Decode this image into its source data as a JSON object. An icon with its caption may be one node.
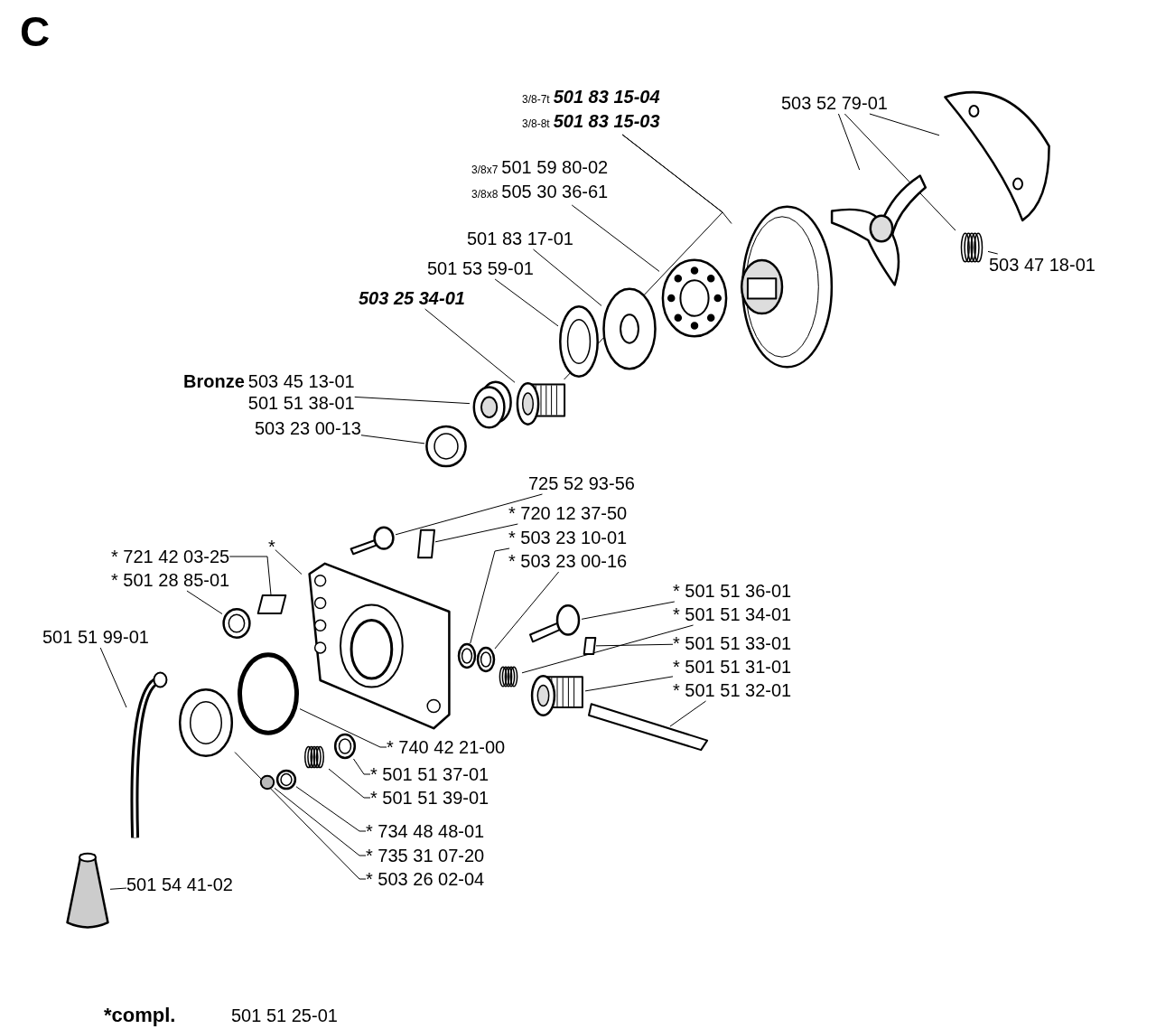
{
  "diagram": {
    "title": "C",
    "nodes": [
      {
        "text": [
          "3/8-7t",
          "501 83 15-04",
          "3/8-8t",
          "501 83 15-03"
        ]
      },
      {
        "text": [
          "3/8x7",
          "501 59 80-02",
          "3/8x8",
          "505 30 36-61"
        ]
      },
      {
        "text": [
          "501 83 17-01"
        ]
      },
      {
        "text": [
          "501 53 59-01"
        ]
      },
      {
        "text": [
          "503 25 34-01"
        ]
      },
      {
        "text": [
          "Bronze",
          "503 45 13-01",
          "501 51 38-01"
        ]
      },
      {
        "text": [
          "503 23 00-13"
        ]
      },
      {
        "text": [
          "503 52 79-01"
        ]
      },
      {
        "text": [
          "503 47 18-01"
        ]
      },
      {
        "text": [
          "725 52 93-56"
        ]
      },
      {
        "text": [
          "* 720 12 37-50"
        ]
      },
      {
        "text": [
          "* 503 23 10-01"
        ]
      },
      {
        "text": [
          "* 503 23 00-16"
        ]
      },
      {
        "text": [
          "*"
        ]
      },
      {
        "text": [
          "* 721 42 03-25"
        ]
      },
      {
        "text": [
          "* 501 28 85-01"
        ]
      },
      {
        "text": [
          "501 51 99-01"
        ]
      },
      {
        "text": [
          "* 501 51 36-01"
        ]
      },
      {
        "text": [
          "* 501 51 34-01"
        ]
      },
      {
        "text": [
          "* 501 51 33-01"
        ]
      },
      {
        "text": [
          "* 501 51 31-01"
        ]
      },
      {
        "text": [
          "* 501 51 32-01"
        ]
      },
      {
        "text": [
          "* 740 42 21-00"
        ]
      },
      {
        "text": [
          "* 501 51 37-01"
        ]
      },
      {
        "text": [
          "* 501 51 39-01"
        ]
      },
      {
        "text": [
          "* 734 48 48-01"
        ]
      },
      {
        "text": [
          "* 735 31 07-20"
        ]
      },
      {
        "text": [
          "* 503 26 02-04"
        ]
      },
      {
        "text": [
          "501 54 41-02"
        ]
      },
      {
        "text": [],
        "shape": "picture"
      },
      {
        "text": [],
        "shape": "picture"
      },
      {
        "text": [],
        "shape": "picture"
      },
      {
        "text": [],
        "shape": "picture"
      },
      {
        "text": [],
        "shape": "picture"
      },
      {
        "text": [],
        "shape": "picture"
      },
      {
        "text": [],
        "shape": "picture"
      },
      {
        "text": [],
        "shape": "picture"
      },
      {
        "text": [],
        "shape": "picture"
      },
      {
        "text": [],
        "shape": "picture"
      },
      {
        "text": [],
        "shape": "picture"
      },
      {
        "text": [],
        "shape": "bar"
      },
      {
        "text": [],
        "shape": "picture"
      },
      {
        "text": [],
        "shape": "picture"
      },
      {
        "text": [],
        "shape": "picture"
      },
      {
        "text": [],
        "shape": "bar"
      },
      {
        "text": [],
        "shape": "picture"
      },
      {
        "text": [],
        "shape": "picture"
      },
      {
        "text": [],
        "shape": "picture"
      },
      {
        "text": [],
        "shape": "picture"
      },
      {
        "text": [],
        "shape": "picture"
      },
      {
        "text": [],
        "shape": "bar"
      },
      {
        "text": [],
        "shape": "picture"
      },
      {
        "text": [],
        "shape": "bar"
      },
      {
        "text": [],
        "shape": "circle"
      },
      {
        "text": [],
        "shape": "picture"
      },
      {
        "text": [],
        "shape": "picture"
      },
      {
        "text": [],
        "shape": "picture"
      },
      {
        "text": [],
        "shape": "picture"
      },
      {
        "text": [],
        "shape": "circle"
      }
    ],
    "edges": [
      {
        "from": 0,
        "to": 29,
        "arrow": "none"
      },
      {
        "from": 0,
        "to": 33,
        "arrow": "none"
      },
      {
        "from": 1,
        "to": 30,
        "arrow": "none"
      },
      {
        "from": 2,
        "to": 31,
        "arrow": "none"
      },
      {
        "from": 3,
        "to": 32,
        "arrow": "none"
      },
      {
        "from": 4,
        "to": 33,
        "arrow": "none"
      },
      {
        "from": 5,
        "to": 34,
        "arrow": "none"
      },
      {
        "from": 6,
        "to": 35,
        "arrow": "none"
      },
      {
        "from": 7,
        "to": 36,
        "arrow": "none"
      },
      {
        "from": 7,
        "to": 37,
        "arrow": "none"
      },
      {
        "from": 7,
        "to": 38,
        "arrow": "none"
      },
      {
        "from": 8,
        "to": 38,
        "arrow": "none"
      },
      {
        "from": 9,
        "to": 39,
        "arrow": "none"
      },
      {
        "from": 10,
        "to": 40,
        "arrow": "none"
      },
      {
        "from": 11,
        "to": 42,
        "arrow": "none"
      },
      {
        "from": 12,
        "to": 43,
        "arrow": "none"
      },
      {
        "from": 13,
        "to": 41,
        "arrow": "none"
      },
      {
        "from": 14,
        "to": 44,
        "arrow": "none"
      },
      {
        "from": 15,
        "to": 45,
        "arrow": "none"
      },
      {
        "from": 16,
        "to": 46,
        "arrow": "none"
      },
      {
        "from": 17,
        "to": 48,
        "arrow": "none"
      },
      {
        "from": 18,
        "to": 49,
        "arrow": "none"
      },
      {
        "from": 19,
        "to": 50,
        "arrow": "none"
      },
      {
        "from": 20,
        "to": 51,
        "arrow": "none"
      },
      {
        "from": 21,
        "to": 52,
        "arrow": "none"
      },
      {
        "from": 22,
        "to": 53,
        "arrow": "none"
      },
      {
        "from": 23,
        "to": 55,
        "arrow": "none"
      },
      {
        "from": 24,
        "to": 56,
        "arrow": "none"
      },
      {
        "from": 25,
        "to": 57,
        "arrow": "none"
      },
      {
        "from": 26,
        "to": 58,
        "arrow": "none"
      },
      {
        "from": 27,
        "to": 54,
        "arrow": "none"
      },
      {
        "from": 28,
        "to": 47,
        "arrow": "none"
      }
    ],
    "labels": [
      "*compl.",
      "501 51 25-01"
    ]
  }
}
